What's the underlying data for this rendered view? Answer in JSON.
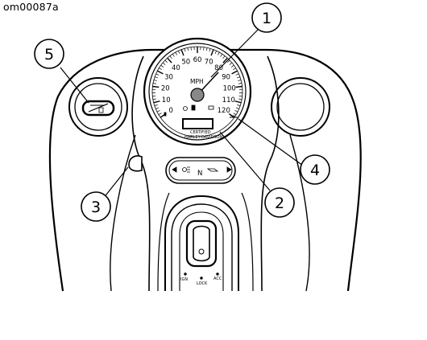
{
  "figure_id": "om00087a",
  "speedometer": {
    "unit_label": "MPH",
    "tick_labels": [
      "0",
      "10",
      "20",
      "30",
      "40",
      "50",
      "60",
      "70",
      "80",
      "90",
      "100",
      "110",
      "120"
    ],
    "odometer_caption_line1": "CERTIFIED",
    "odometer_caption_line2": "HARLEY-DAVIDSON"
  },
  "indicator_console": {
    "neutral_label": "N"
  },
  "ignition": {
    "off_label": "IGN",
    "lock_label": "LOCK",
    "acc_label": "ACC"
  },
  "callouts": [
    {
      "number": "1",
      "target": "speedometer-needle"
    },
    {
      "number": "2",
      "target": "odometer-window"
    },
    {
      "number": "3",
      "target": "fuel-cap-vent"
    },
    {
      "number": "4",
      "target": "trip-reset-button"
    },
    {
      "number": "5",
      "target": "fuel-gauge"
    }
  ]
}
